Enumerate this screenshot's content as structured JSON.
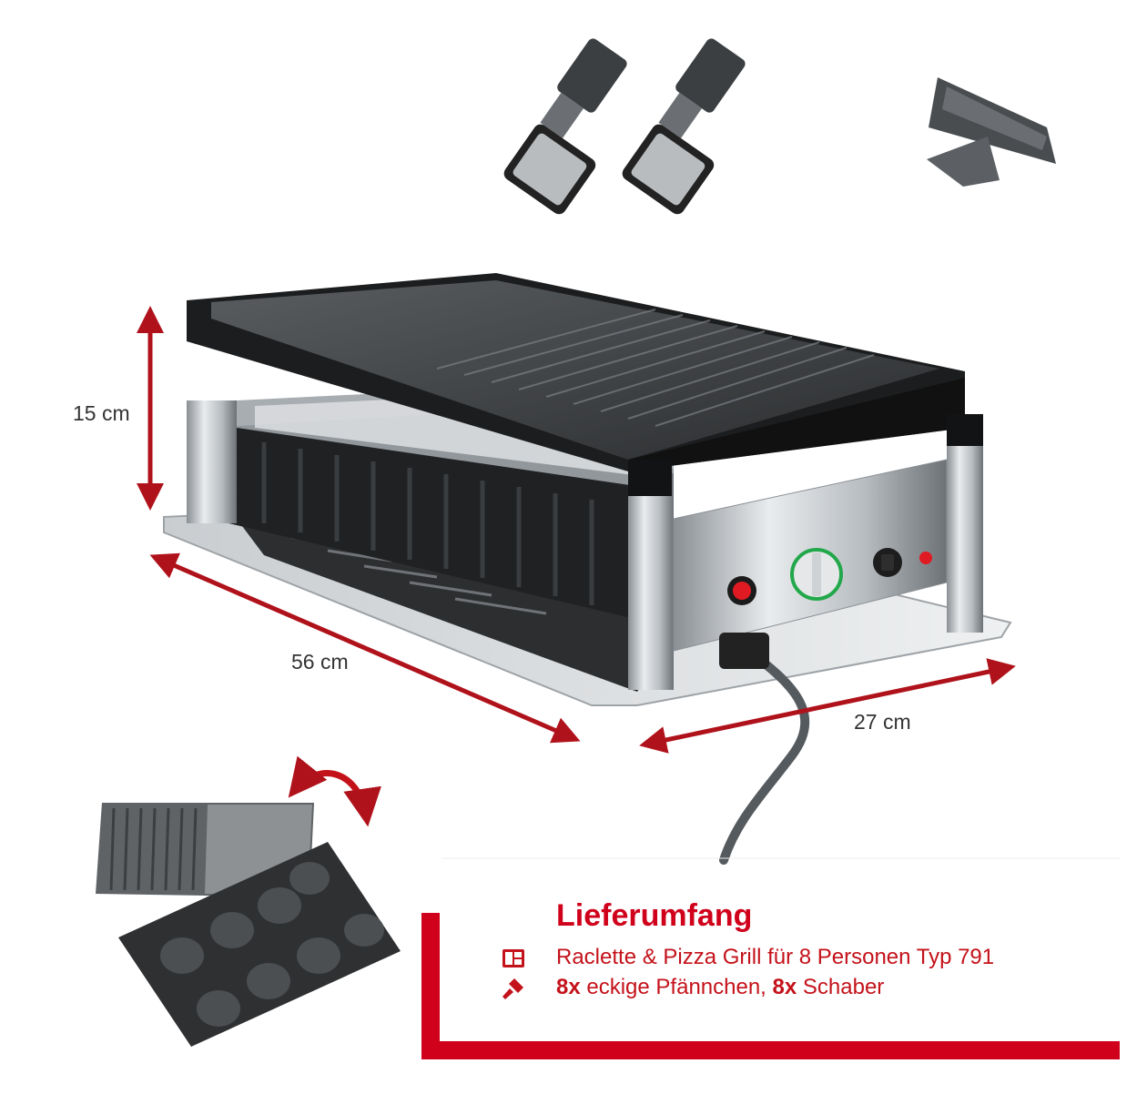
{
  "dimensions": {
    "height": "15 cm",
    "length": "56 cm",
    "width": "27 cm"
  },
  "contents": {
    "title": "Lieferumfang",
    "line1": {
      "icon": "grill-appliance-icon",
      "text": "Raclette & Pizza Grill für 8 Personen Typ 791"
    },
    "line2": {
      "icon": "pan-scraper-icon",
      "count1": "8x",
      "item1": " eckige Pfännchen, ",
      "count2": "8x",
      "item2": " Schaber"
    }
  },
  "colors": {
    "accent_red": "#d0021b",
    "arrow_red": "#b0121b",
    "dimension_text": "#333333"
  }
}
